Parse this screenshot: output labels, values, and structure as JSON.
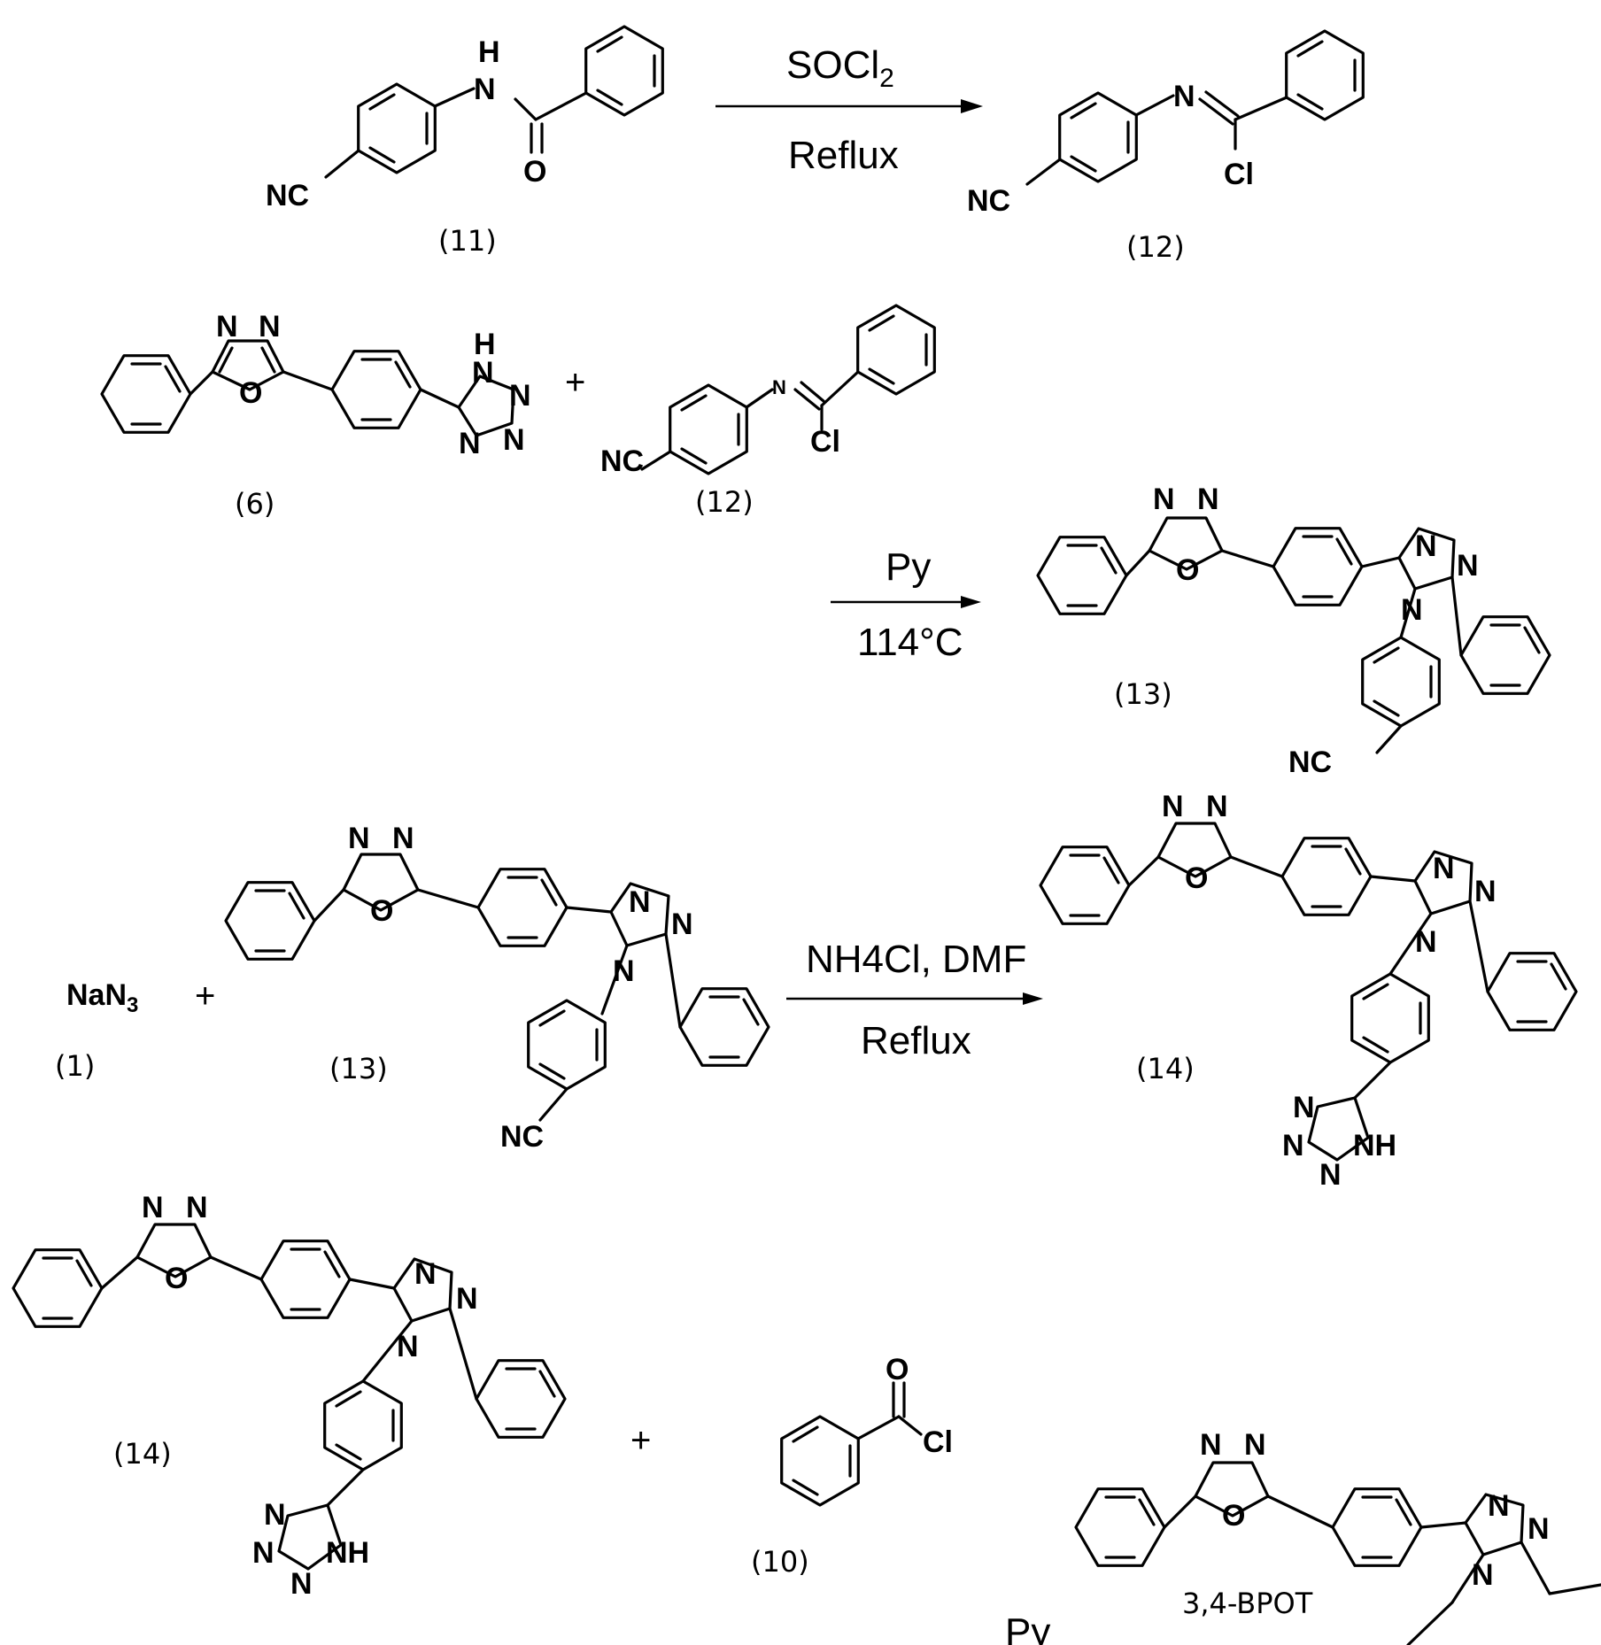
{
  "step1": {
    "reagent_main": "SOCl",
    "reagent_sub": "2",
    "condition": "Reflux",
    "reactant_label": "(11)",
    "product_label": "(12)"
  },
  "step2": {
    "reactant1_label": "(6)",
    "reactant2_label": "(12)",
    "plus": "+",
    "reagent": "Py",
    "condition": "114°C",
    "product_label": "(13)"
  },
  "step3": {
    "reactant1_main": "NaN",
    "reactant1_sub": "3",
    "reactant1_label": "(1)",
    "plus": "+",
    "reactant2_label": "(13)",
    "reagent": "NH4Cl, DMF",
    "condition": "Reflux",
    "product_label": "(14)"
  },
  "step4": {
    "reactant1_label": "(14)",
    "plus": "+",
    "reactant2_label": "(10)",
    "reagent": "Py",
    "product_name": "3,4-BPOT"
  },
  "atoms": {
    "N": "N",
    "O": "O",
    "H": "H",
    "NH": "NH",
    "NC": "NC",
    "Cl": "Cl"
  }
}
